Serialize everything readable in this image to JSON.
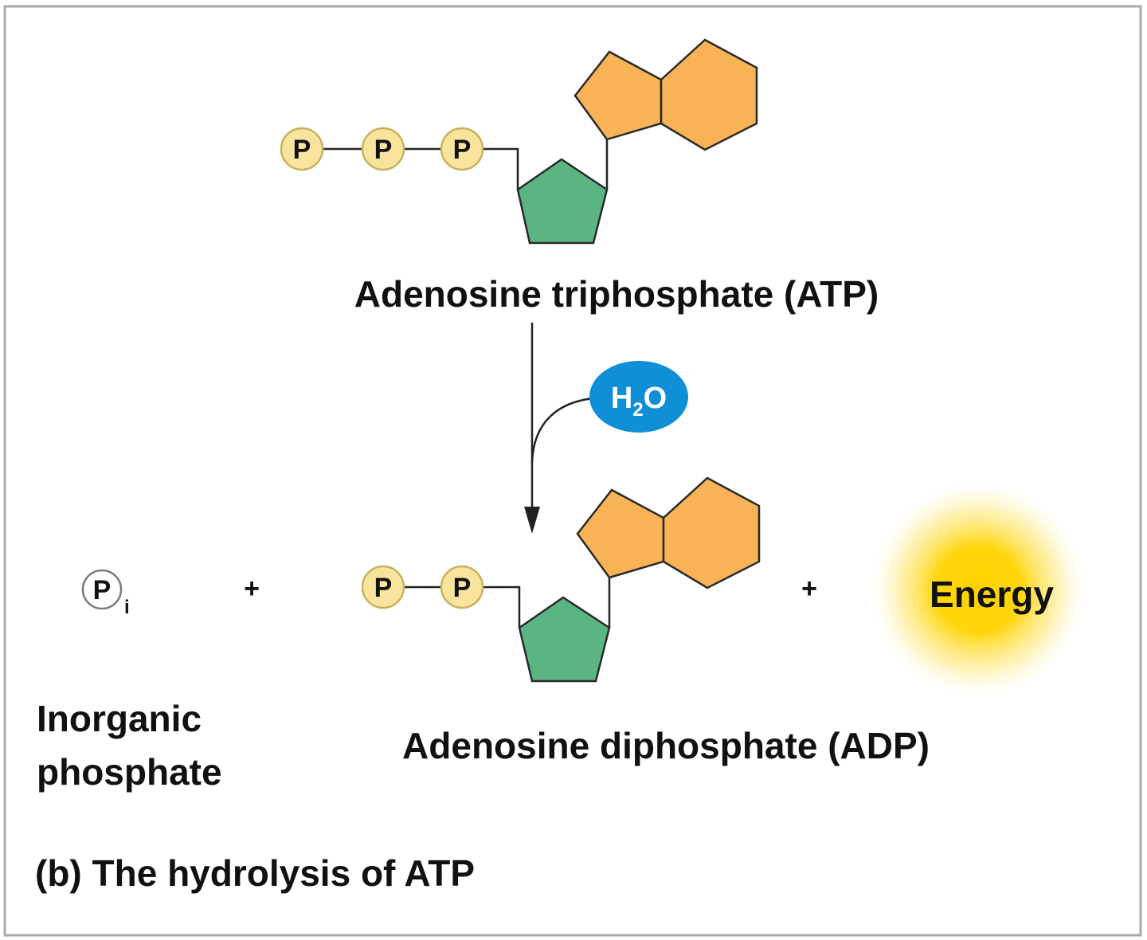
{
  "atp": {
    "phosphate_symbol": "P",
    "label": "Adenosine triphosphate (ATP)"
  },
  "adp": {
    "phosphate_symbol": "P",
    "label": "Adenosine diphosphate (ADP)"
  },
  "water": {
    "main": "H",
    "subscript": "2",
    "tail": "O"
  },
  "inorganic_phosphate": {
    "symbol": "P",
    "subscript": "i",
    "label_line1": "Inorganic",
    "label_line2": "phosphate"
  },
  "plus_sign": "+",
  "energy_label": "Energy",
  "caption": "(b) The hydrolysis of ATP",
  "colors": {
    "phosphate_fill": "#f8e49d",
    "ribose_fill": "#5ab582",
    "base_fill": "#f7b356",
    "water_fill": "#0f8fd6",
    "energy_glow": "#ffd400",
    "frame_stroke": "#a9a9a9"
  }
}
